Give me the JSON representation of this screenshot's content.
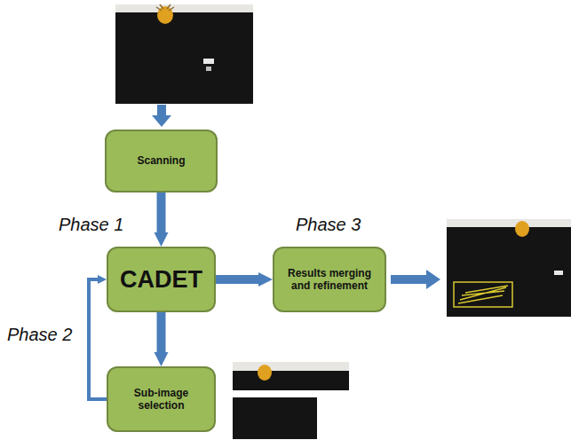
{
  "diagram": {
    "nodes": [
      {
        "text": [
          "Scanning"
        ]
      },
      {
        "text": [
          "CADET"
        ]
      },
      {
        "text": [
          "Results merging and refinement"
        ]
      },
      {
        "text": [
          "Sub-image selection"
        ]
      }
    ],
    "edges": [
      {
        "from": 0,
        "to": 1,
        "arrow": "to"
      },
      {
        "from": 1,
        "to": 2,
        "arrow": "to"
      },
      {
        "from": 1,
        "to": 3,
        "arrow": "to"
      },
      {
        "from": 3,
        "to": 1,
        "arrow": "to"
      }
    ],
    "labels": [
      "Phase 1",
      "Phase 2",
      "Phase 3"
    ]
  }
}
